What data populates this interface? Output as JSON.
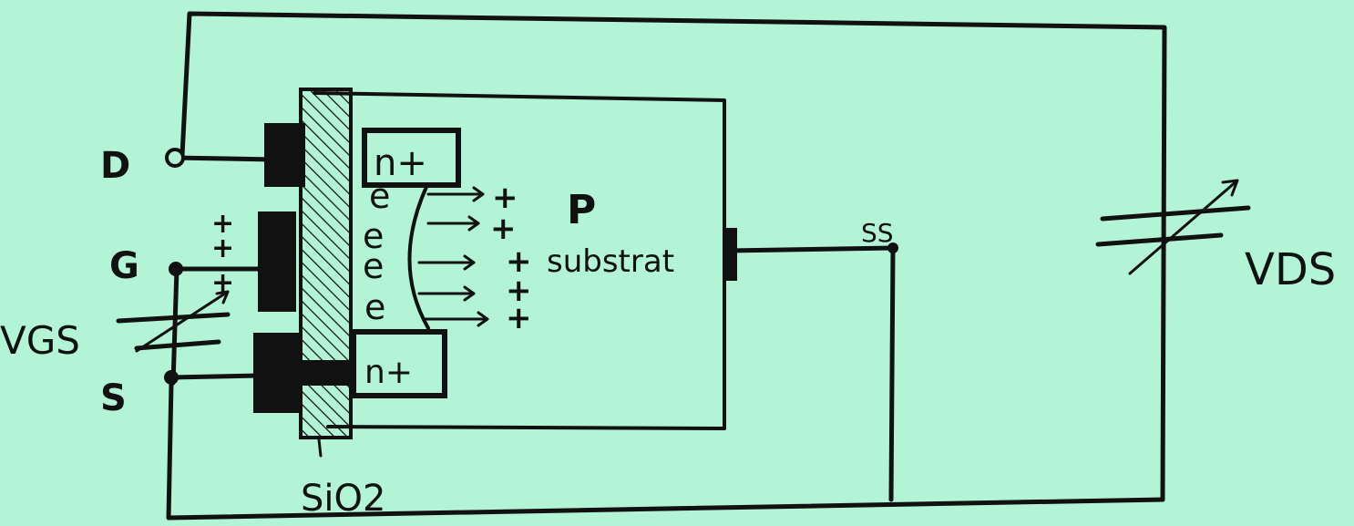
{
  "colors": {
    "background": "#b3f3d6",
    "ink": "#111111"
  },
  "labels": {
    "drain": "D",
    "gate": "G",
    "source": "S",
    "vgs": "VGS",
    "vds": "VDS",
    "ss": "SS",
    "oxide": "SiO2",
    "substrate_type": "P",
    "substrate": "substrat",
    "n_plus_top": "n+",
    "n_plus_bottom": "n+",
    "electron": "e",
    "plus": "+"
  }
}
